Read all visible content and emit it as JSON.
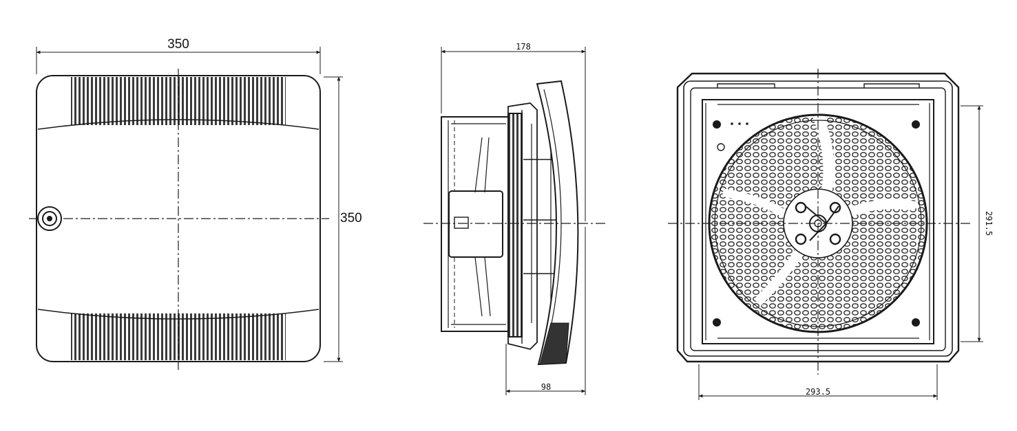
{
  "dimensions": {
    "front_width": "350",
    "front_height": "350",
    "side_depth_total": "178",
    "side_depth_body": "98",
    "rear_width": "293.5",
    "rear_height": "291.5"
  },
  "colors": {
    "line": "#1a1a1a",
    "background": "#ffffff",
    "grille": "#3a3a3a"
  }
}
